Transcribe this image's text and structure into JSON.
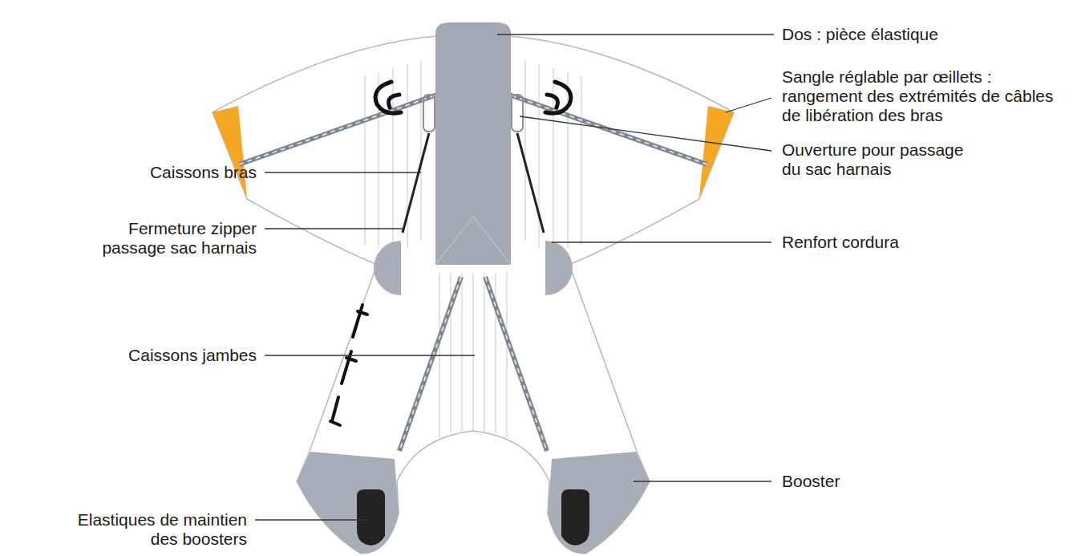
{
  "diagram": {
    "labels": [
      "Dos : pièce élastique",
      "Sangle réglable par œillets : rangement des extrémités de câbles de libération des bras",
      "Caissons bras",
      "Ouverture pour passage du sac harnais",
      "Fermeture zipper passage sac harnais",
      "Renfort cordura",
      "Caissons jambes",
      "Booster",
      "Elastiques de maintien des boosters"
    ]
  }
}
